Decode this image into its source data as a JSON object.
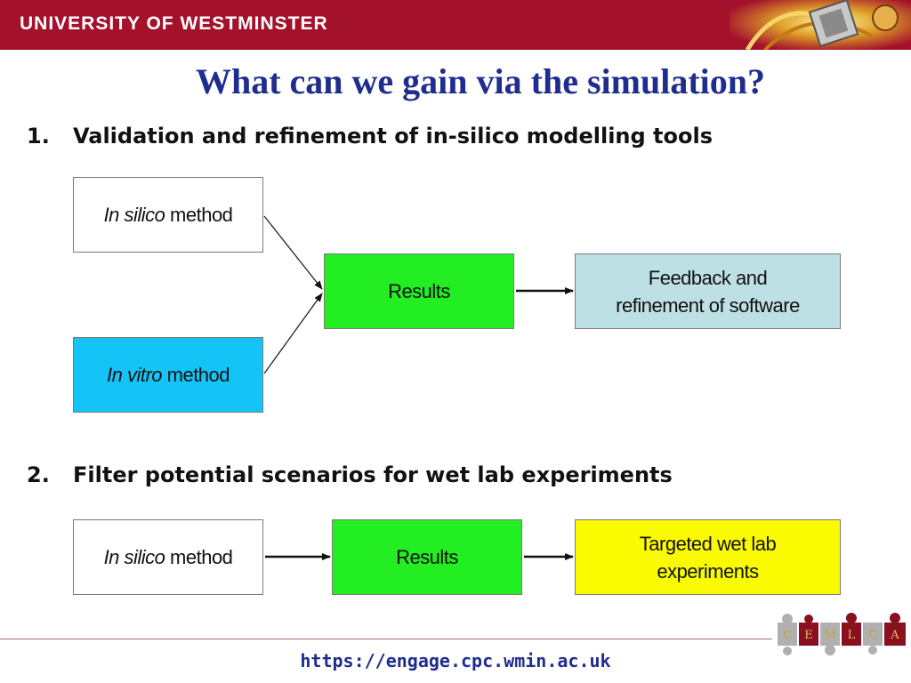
{
  "header": {
    "university": "UNIVERSITY OF WESTMINSTER"
  },
  "title": "What can we gain via the simulation?",
  "points": [
    {
      "number": "1.",
      "text": "Validation and refinement of in-silico modelling tools"
    },
    {
      "number": "2.",
      "text": "Filter potential scenarios for wet lab experiments"
    }
  ],
  "diagram1": {
    "in_silico": {
      "italic": "In silico",
      "rest": " method"
    },
    "in_vitro": {
      "italic": "In vitro",
      "rest": " method"
    },
    "results": "Results",
    "feedback": {
      "line1": "Feedback and",
      "line2": "refinement of software"
    }
  },
  "diagram2": {
    "in_silico": {
      "italic": "In silico",
      "rest": " method"
    },
    "results": "Results",
    "targeted": {
      "line1": "Targeted wet lab",
      "line2": "experiments"
    }
  },
  "footer": {
    "url": "https://engage.cpc.wmin.ac.uk"
  },
  "logo": {
    "letters": [
      "C",
      "E",
      "M",
      "L",
      "C",
      "A"
    ]
  },
  "colors": {
    "header_bar": "#a3112b",
    "title": "#1f2d8f",
    "results_box": "#22ee22",
    "in_vitro_box": "#14c4f7",
    "feedback_box": "#bde0e4",
    "targeted_box": "#fbfb00"
  }
}
